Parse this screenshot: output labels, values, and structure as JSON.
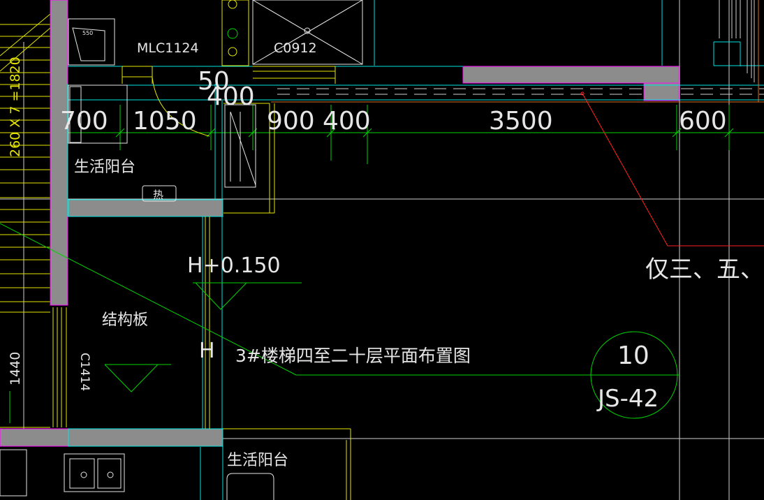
{
  "colors": {
    "background": "#000000",
    "wall_fill": "#8c8c8c",
    "wall_edge_magenta": "#ff00ff",
    "cyan": "#00e5e5",
    "yellow": "#e6e600",
    "green": "#00d200",
    "white": "#e6e6e6",
    "red": "#ff2020",
    "orange": "#e07020"
  },
  "labels": {
    "dim_260x7": "260 X 7 =1820",
    "dim_1440": "1440",
    "door_mlc": "MLC1124",
    "window_c0912": "C0912",
    "dim_50": "50",
    "dim_400a": "400",
    "dim_700": "700",
    "dim_1050": "1050",
    "dim_900": "900",
    "dim_400b": "400",
    "dim_3500": "3500",
    "dim_600": "600",
    "balcony_top": "生活阳台",
    "balcony_bottom": "生活阳台",
    "heater_box": "热",
    "elev_marker": "H+0.150",
    "struct_slab": "结构板",
    "window_c1414": "C1414",
    "h_marker": "H",
    "drawing_title": "3#楼梯四至二十层平面布置图",
    "note_floors": "仅三、五、二",
    "callout_number": "10",
    "callout_sheet": "JS-42",
    "sink_text": "550"
  }
}
